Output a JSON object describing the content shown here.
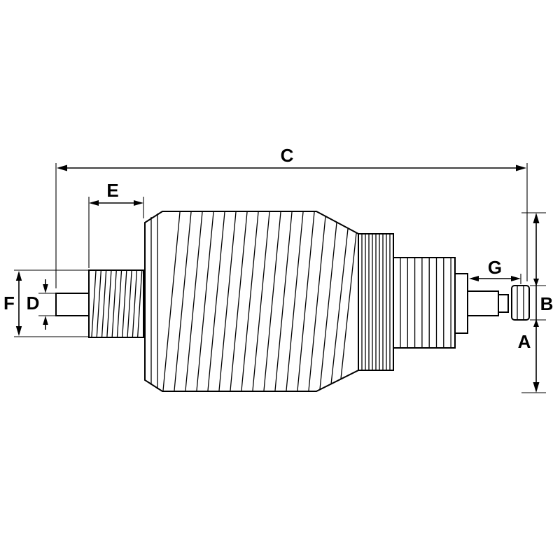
{
  "diagram": {
    "background_color": "#ffffff",
    "line_color": "#000000",
    "labels": {
      "A": "A",
      "B": "B",
      "C": "C",
      "D": "D",
      "E": "E",
      "F": "F",
      "G": "G"
    }
  }
}
